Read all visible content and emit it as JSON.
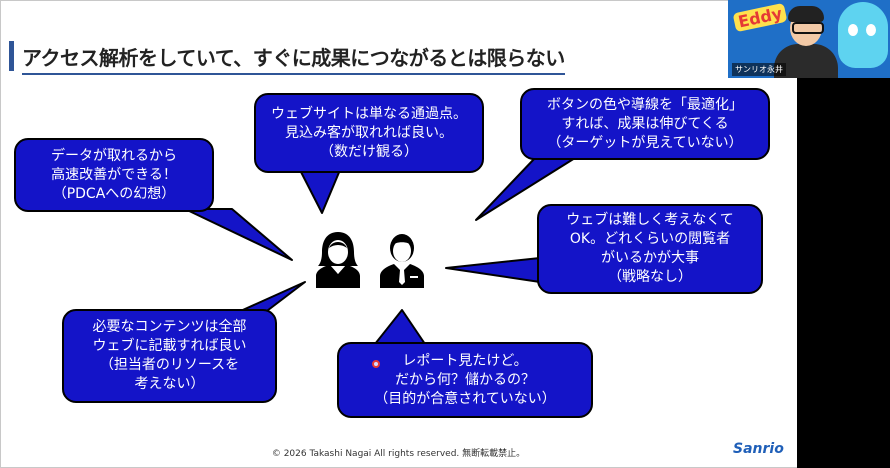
{
  "slide": {
    "title": "アクセス解析をしていて、すぐに成果につながるとは限らない",
    "footer": "© 2026 Takashi Nagai All rights reserved. 無断転載禁止。",
    "logo": "Sanrio"
  },
  "webcam": {
    "badge": "Eddy",
    "label": "サンリオ永井"
  },
  "bubbles": {
    "left_top": [
      "データが取れるから",
      "高速改善ができる！",
      "（PDCAへの幻想）"
    ],
    "center_top": [
      "ウェブサイトは単なる通過点。",
      "見込み客が取れれば良い。",
      "（数だけ観る）"
    ],
    "right_top": [
      "ボタンの色や導線を「最適化」",
      "すれば、成果は伸びてくる",
      "（ターゲットが見えていない）"
    ],
    "right_mid": [
      "ウェブは難しく考えなくて",
      "OK。どれくらいの閲覧者",
      "がいるかが大事",
      "（戦略なし）"
    ],
    "left_bottom": [
      "必要なコンテンツは全部",
      "ウェブに記載すれば良い",
      "（担当者のリソースを",
      "考えない）"
    ],
    "center_bottom": [
      "レポート見たけど。",
      "だから何？儲かるの？",
      "（目的が合意されていない）"
    ]
  },
  "colors": {
    "bubble": "#1414c8",
    "accent": "#2f5597"
  }
}
